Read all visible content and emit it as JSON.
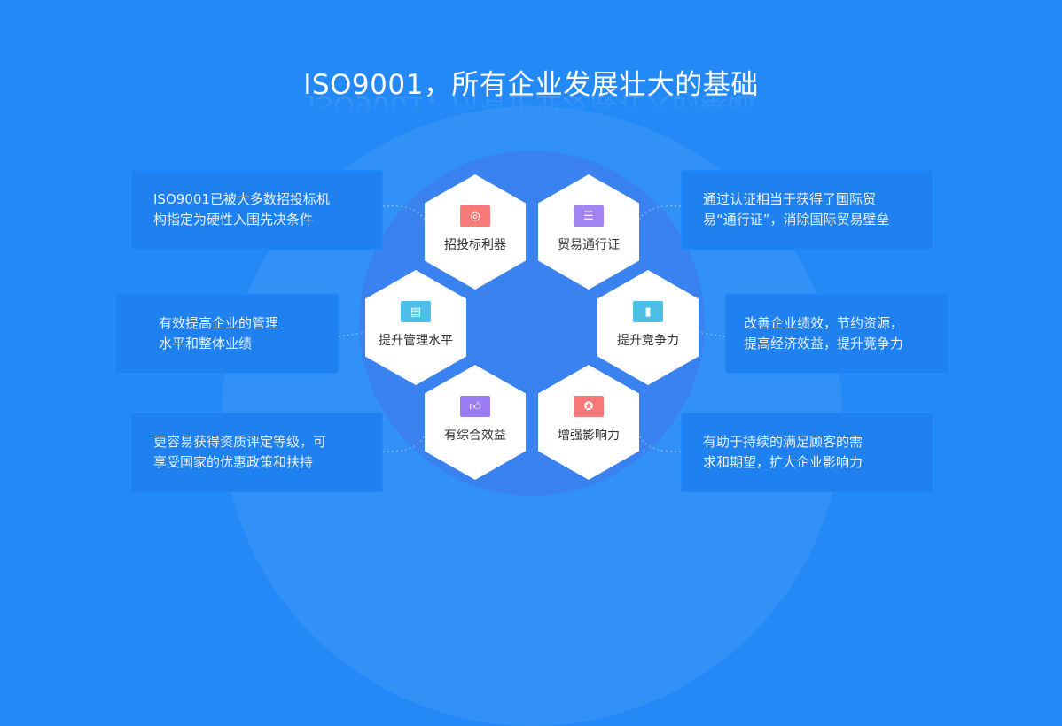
{
  "title": "ISO9001，所有企业发展壮大的基础",
  "hexagons": [
    {
      "label": "招投标利器",
      "icon": "target-icon",
      "color": "#f87a78"
    },
    {
      "label": "贸易通行证",
      "icon": "passport-card-icon",
      "color": "#a284f0"
    },
    {
      "label": "提升管理水平",
      "icon": "document-gear-icon",
      "color": "#4cc0e8"
    },
    {
      "label": "提升竞争力",
      "icon": "bar-chart-icon",
      "color": "#4cc0e8"
    },
    {
      "label": "有综合效益",
      "icon": "thumbs-up-icon",
      "color": "#9b7cf2"
    },
    {
      "label": "增强影响力",
      "icon": "medal-icon",
      "color": "#f87a78"
    }
  ],
  "boxes": [
    {
      "lines": [
        "ISO9001已被大多数招投标机",
        "构指定为硬性入围先决条件"
      ]
    },
    {
      "lines": [
        "通过认证相当于获得了国际贸",
        "易“通行证”，消除国际贸易壁垒"
      ]
    },
    {
      "lines": [
        "有效提高企业的管理",
        "水平和整体业绩"
      ]
    },
    {
      "lines": [
        "改善企业绩效，节约资源，",
        "提高经济效益，提升竞争力"
      ]
    },
    {
      "lines": [
        "更容易获得资质评定等级，可",
        "享受国家的优惠政策和扶持"
      ]
    },
    {
      "lines": [
        "有助于持续的满足顾客的需",
        "求和期望，扩大企业影响力"
      ]
    }
  ]
}
